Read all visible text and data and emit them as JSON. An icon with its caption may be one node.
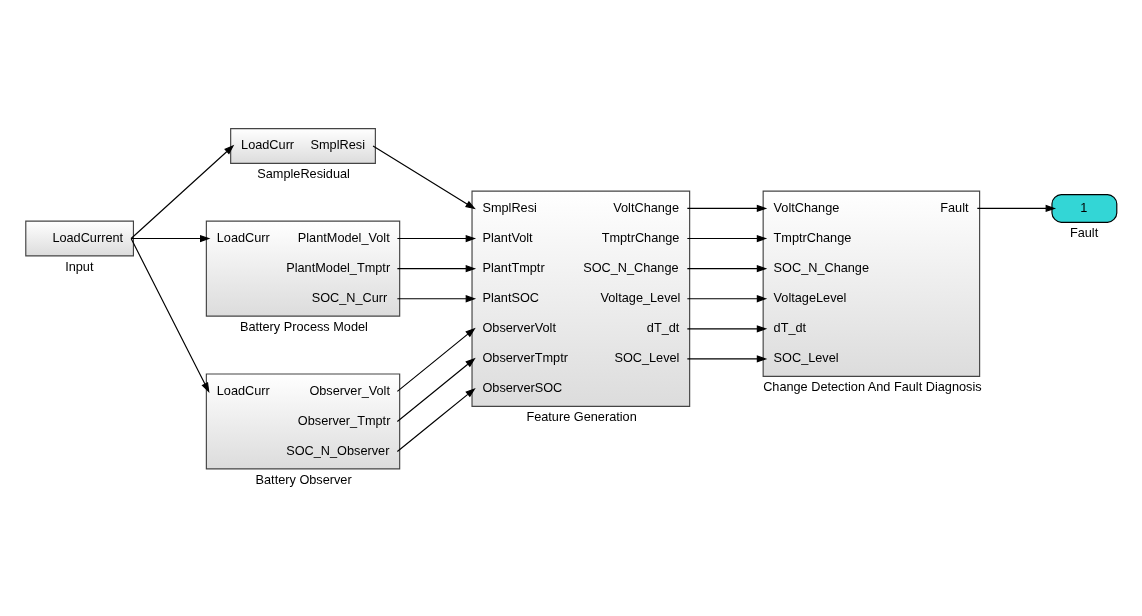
{
  "diagram": {
    "nodes": [
      {
        "text": [
          "LoadCurrent"
        ],
        "beside": [
          "Input"
        ]
      },
      {
        "text": [
          "LoadCurr",
          "SmplResi"
        ],
        "beside": [
          "SampleResidual"
        ]
      },
      {
        "text": [
          "LoadCurr",
          "PlantModel_Volt",
          "PlantModel_Tmptr",
          "SOC_N_Curr"
        ],
        "beside": [
          "Battery Process Model"
        ]
      },
      {
        "text": [
          "LoadCurr",
          "Observer_Volt",
          "Observer_Tmptr",
          "SOC_N_Observer"
        ],
        "beside": [
          "Battery Observer"
        ]
      },
      {
        "text": [
          "SmplResi",
          "PlantVolt",
          "PlantTmptr",
          "PlantSOC",
          "ObserverVolt",
          "ObserverTmptr",
          "ObserverSOC",
          "VoltChange",
          "TmptrChange",
          "SOC_N_Change",
          "Voltage_Level",
          "dT_dt",
          "SOC_Level"
        ],
        "beside": [
          "Feature Generation"
        ]
      },
      {
        "text": [
          "VoltChange",
          "TmptrChange",
          "SOC_N_Change",
          "VoltageLevel",
          "dT_dt",
          "SOC_Level",
          "Fault"
        ],
        "beside": [
          "Change Detection And Fault Diagnosis"
        ]
      },
      {
        "text": [
          "1"
        ],
        "beside": [
          "Fault"
        ]
      }
    ],
    "edges": [
      {
        "from": 0,
        "to": 1,
        "arrow": "to"
      },
      {
        "from": 0,
        "to": 2,
        "arrow": "to"
      },
      {
        "from": 0,
        "to": 3,
        "arrow": "to"
      },
      {
        "from": 1,
        "to": 4,
        "arrow": "to"
      },
      {
        "from": 2,
        "to": 4,
        "arrow": "to"
      },
      {
        "from": 2,
        "to": 4,
        "arrow": "to"
      },
      {
        "from": 2,
        "to": 4,
        "arrow": "to"
      },
      {
        "from": 3,
        "to": 4,
        "arrow": "to"
      },
      {
        "from": 3,
        "to": 4,
        "arrow": "to"
      },
      {
        "from": 3,
        "to": 4,
        "arrow": "to"
      },
      {
        "from": 4,
        "to": 5,
        "arrow": "to"
      },
      {
        "from": 4,
        "to": 5,
        "arrow": "to"
      },
      {
        "from": 4,
        "to": 5,
        "arrow": "to"
      },
      {
        "from": 4,
        "to": 5,
        "arrow": "to"
      },
      {
        "from": 4,
        "to": 5,
        "arrow": "to"
      },
      {
        "from": 4,
        "to": 5,
        "arrow": "to"
      },
      {
        "from": 5,
        "to": 6,
        "arrow": "to"
      }
    ]
  }
}
